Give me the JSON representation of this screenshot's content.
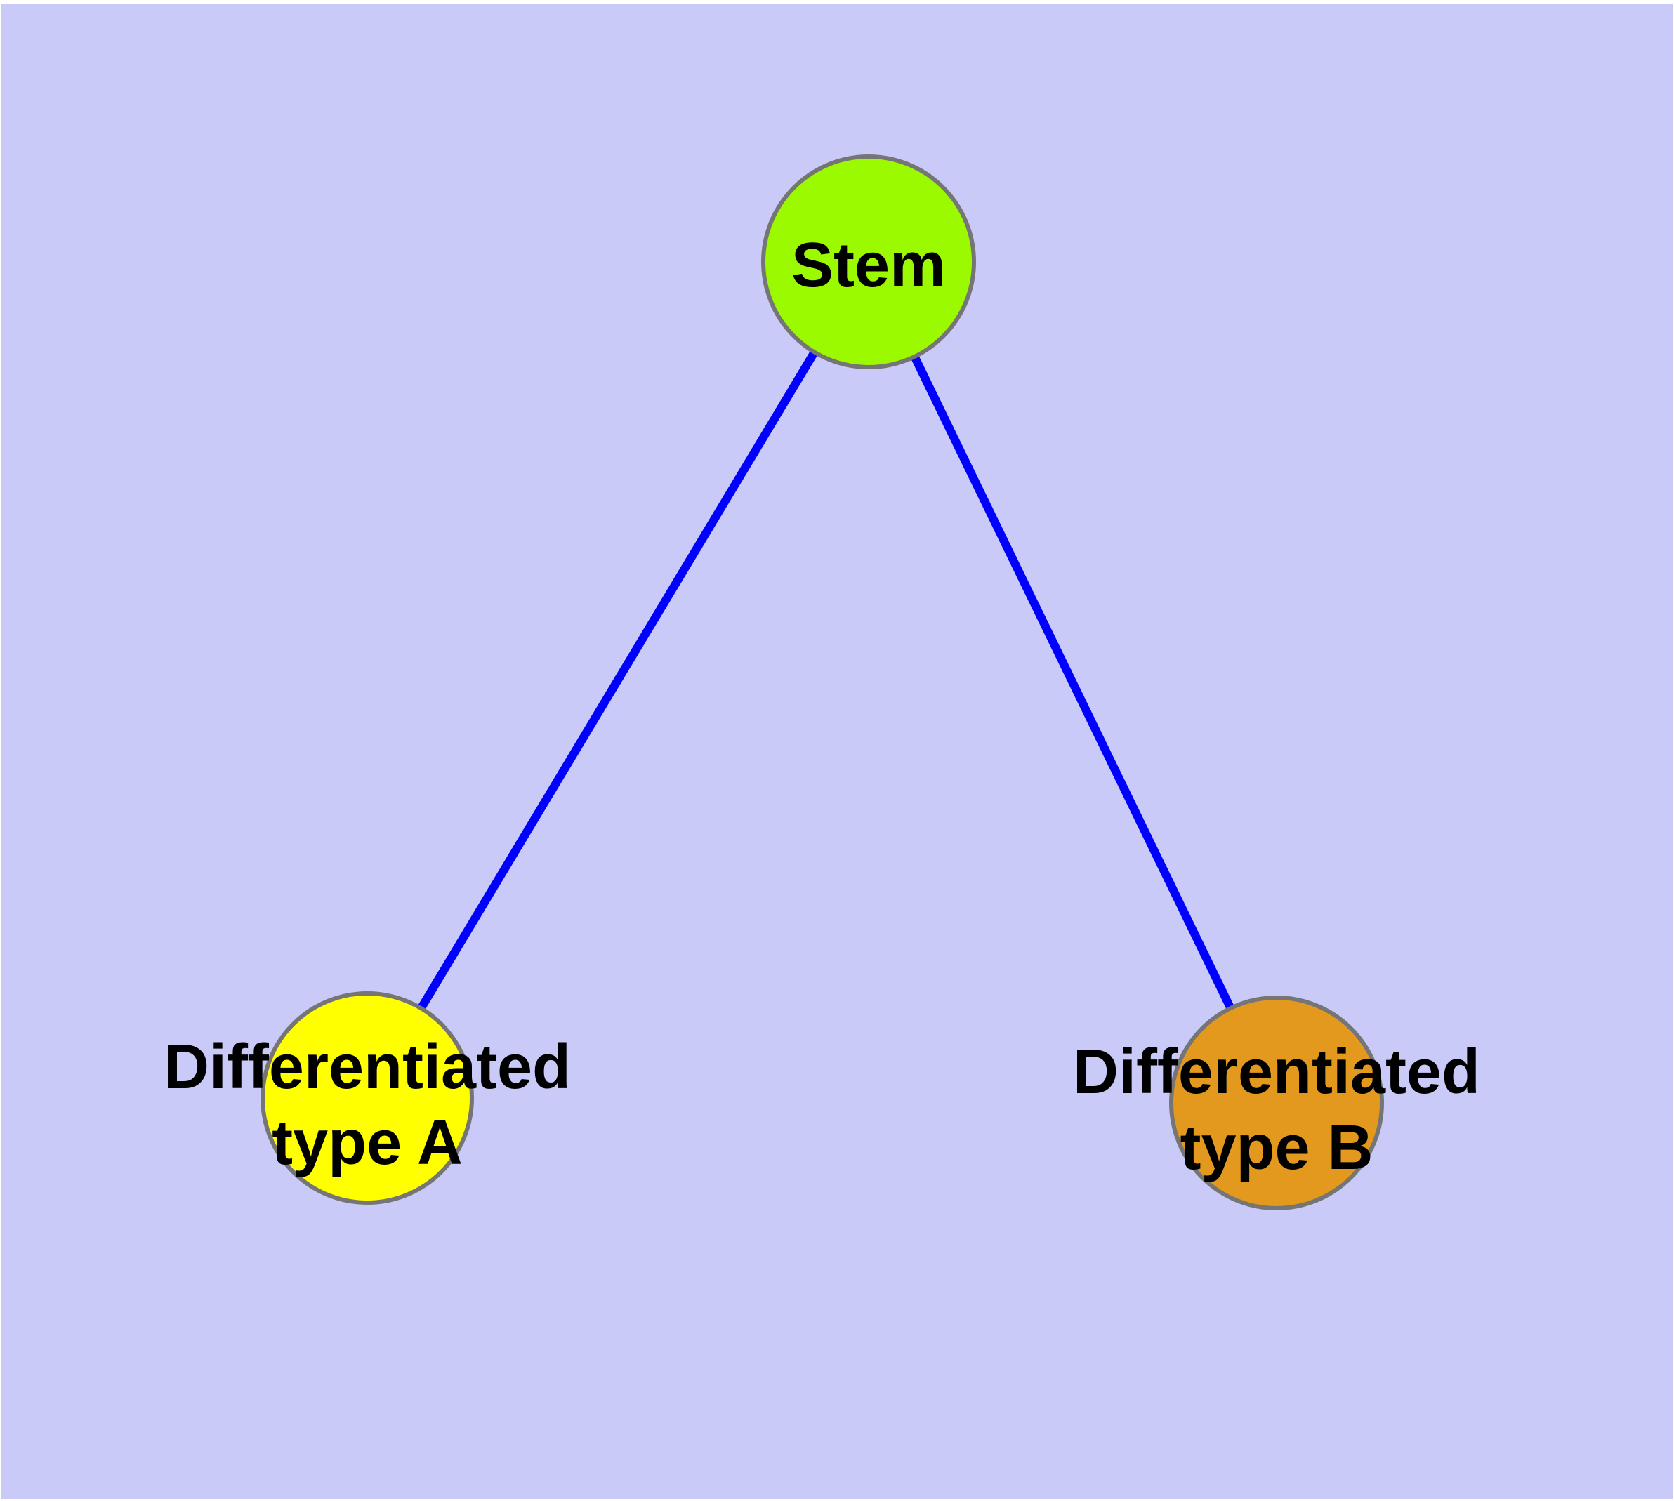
{
  "diagram": {
    "background_color": "#cacaf8",
    "margin_color": "#ffffff",
    "edge_color": "#0000ff",
    "node_border_color": "#757575",
    "text_color": "#000000",
    "nodes": {
      "stem": {
        "label": "Stem",
        "lines": [
          "Stem"
        ],
        "fill": "#9cfa00"
      },
      "type_a": {
        "label": "Differentiated type A",
        "lines": [
          "Differentiated",
          "type A"
        ],
        "fill": "#ffff00"
      },
      "type_b": {
        "label": "Differentiated type B",
        "lines": [
          "Differentiated",
          "type B"
        ],
        "fill": "#e3991e"
      }
    },
    "edges": [
      {
        "from": "Stem",
        "to": "Differentiated type A"
      },
      {
        "from": "Stem",
        "to": "Differentiated type B"
      }
    ]
  }
}
